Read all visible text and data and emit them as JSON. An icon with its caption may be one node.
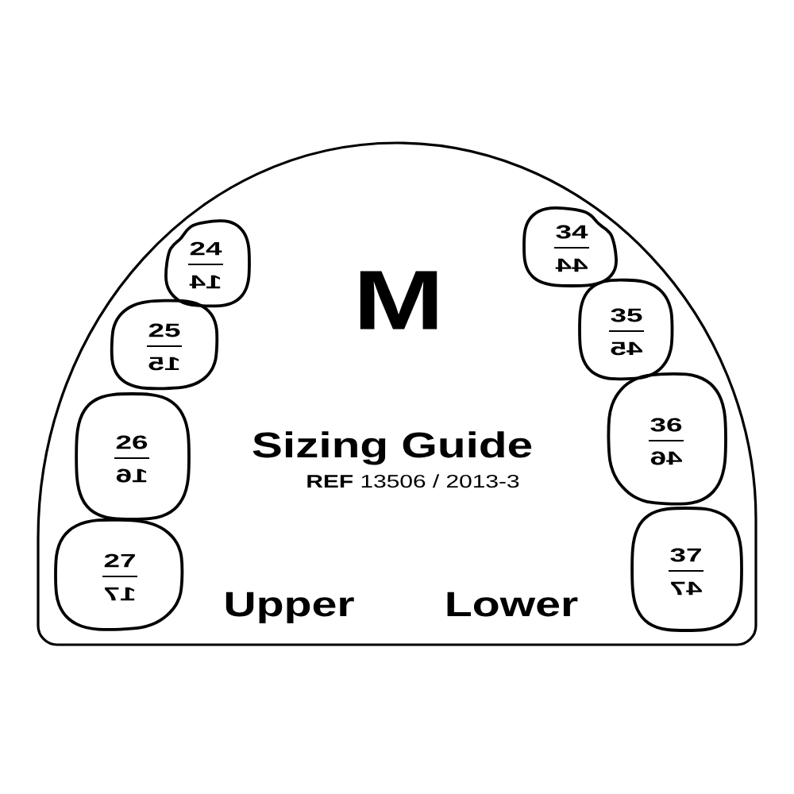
{
  "diagram": {
    "nodes": [
      {
        "text": [
          "M",
          "Sizing Guide",
          "**REF** 13506 / 2013-3",
          "Upper",
          "Lower"
        ]
      },
      {
        "text": [
          "24",
          "14"
        ],
        "in": 0
      },
      {
        "text": [
          "25",
          "15"
        ],
        "in": 0
      },
      {
        "text": [
          "26",
          "16"
        ],
        "in": 0
      },
      {
        "text": [
          "27",
          "17"
        ],
        "in": 0
      },
      {
        "text": [
          "34",
          "44"
        ],
        "in": 0
      },
      {
        "text": [
          "35",
          "45"
        ],
        "in": 0
      },
      {
        "text": [
          "36",
          "46"
        ],
        "in": 0
      },
      {
        "text": [
          "37",
          "47"
        ],
        "in": 0
      }
    ]
  }
}
